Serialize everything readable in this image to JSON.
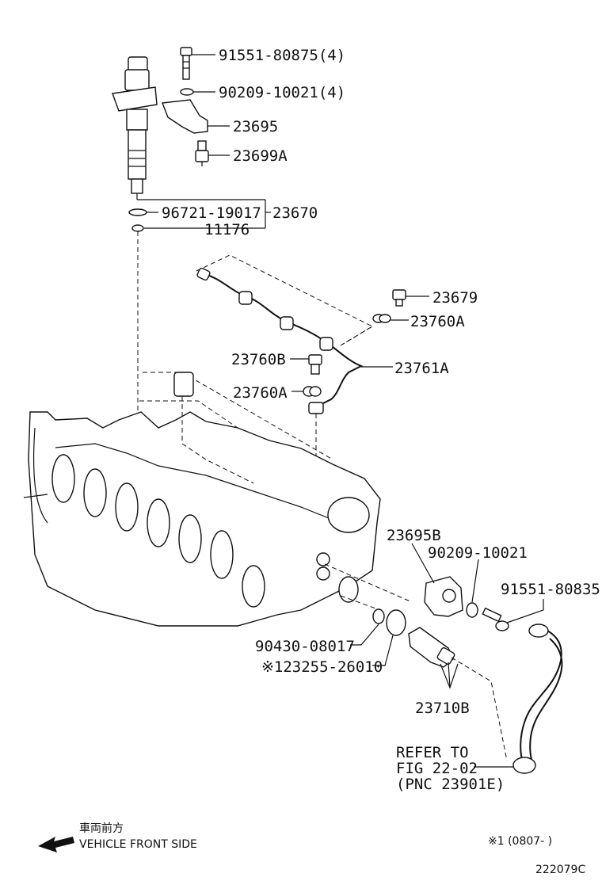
{
  "labels": {
    "l1": "91551-80875(4)",
    "l2": "90209-10021(4)",
    "l3": "23695",
    "l4": "23699A",
    "l5": "96721-19017",
    "l6": "23670",
    "l7": "11176",
    "l8": "23679",
    "l9": "23760A",
    "l10": "23760B",
    "l11": "23761A",
    "l12": "23760A",
    "l13": "23695B",
    "l14": "90209-10021",
    "l15": "91551-80835",
    "l16": "90430-08017",
    "l17": "※123255-26010",
    "l18": "23710B",
    "refer1": "REFER TO",
    "refer2": "FIG 22-02",
    "refer3": "(PNC 23901E)"
  },
  "footer": {
    "jp": "車両前方",
    "front": "VEHICLE FRONT SIDE",
    "note": "※1 (0807-     )",
    "code": "222079C"
  },
  "icons": [
    "front-arrow-icon"
  ]
}
